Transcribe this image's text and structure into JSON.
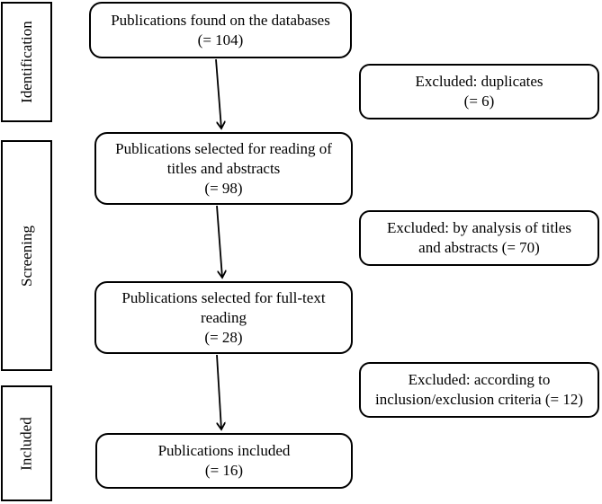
{
  "stages": {
    "identification": "Identification",
    "screening": "Screening",
    "included": "Included"
  },
  "main_boxes": [
    {
      "line1": "Publications found on the databases",
      "line2": "",
      "count": "(= 104)"
    },
    {
      "line1": "Publications selected for reading of",
      "line2": "titles and abstracts",
      "count": "(= 98)"
    },
    {
      "line1": "Publications selected for full-text",
      "line2": "reading",
      "count": "(= 28)"
    },
    {
      "line1": "Publications included",
      "line2": "",
      "count": "(= 16)"
    }
  ],
  "excluded_boxes": [
    {
      "line1": "Excluded: duplicates",
      "line2": "(= 6)"
    },
    {
      "line1": "Excluded: by analysis of titles",
      "line2": "and abstracts (= 70)"
    },
    {
      "line1": "Excluded: according to",
      "line2": "inclusion/exclusion criteria (= 12)"
    }
  ]
}
